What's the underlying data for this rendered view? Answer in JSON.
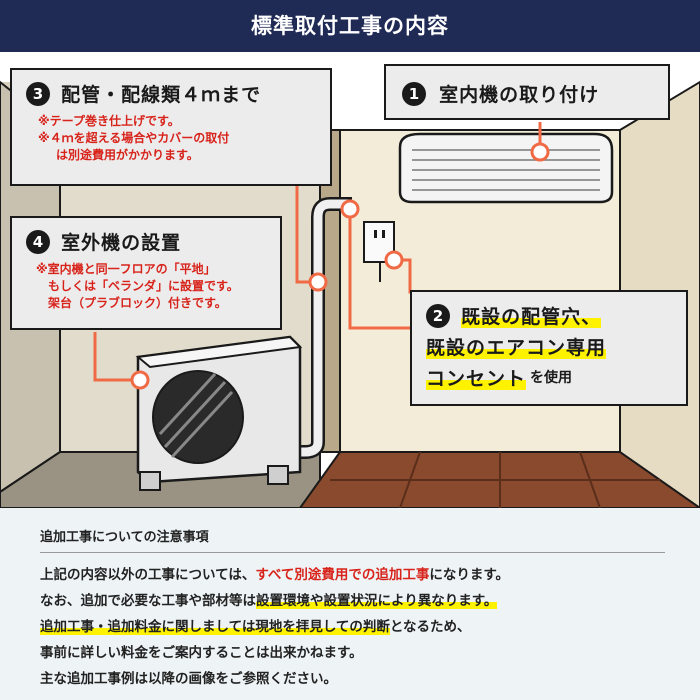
{
  "header": {
    "title": "標準取付工事の内容"
  },
  "callouts": {
    "c1": {
      "num": "1",
      "title": "室内機の取り付け"
    },
    "c2": {
      "num": "2",
      "line1": "既設の配管穴、",
      "line2": "既設のエアコン専用",
      "line3_hl": "コンセント",
      "line3_rest": "を使用"
    },
    "c3": {
      "num": "3",
      "title": "配管・配線類４ｍまで",
      "notes": [
        "※テープ巻き仕上げです。",
        "※４ｍを超える場合やカバーの取付",
        "は別途費用がかかります。"
      ]
    },
    "c4": {
      "num": "4",
      "title": "室外機の設置",
      "notes": [
        "※室内機と同一フロアの「平地」",
        "もしくは「ベランダ」に設置です。",
        "架台（プラブロック）付きです。"
      ]
    }
  },
  "bottom": {
    "title": "追加工事についての注意事項",
    "l1_a": "上記の内容以外の工事については、",
    "l1_red": "すべて別途費用での追加工事",
    "l1_b": "になります。",
    "l2_a": "なお、追加で必要な工事や部材等は",
    "l2_hl": "設置環境や設置状況により異なります。",
    "l3_hl": "追加工事・追加料金に関しましては現地を拝見しての判断",
    "l3_b": "となるため、",
    "l4": "事前に詳しい料金をご案内することは出来かねます。",
    "l5": "主な追加工事例は以降の画像をご参照ください。"
  },
  "colors": {
    "header_bg": "#1f2a55",
    "accent_line": "#f06a45",
    "note_red": "#d8231b",
    "highlight": "#fff200",
    "wall": "#f3ecd9",
    "floor": "#8a4a2e"
  }
}
